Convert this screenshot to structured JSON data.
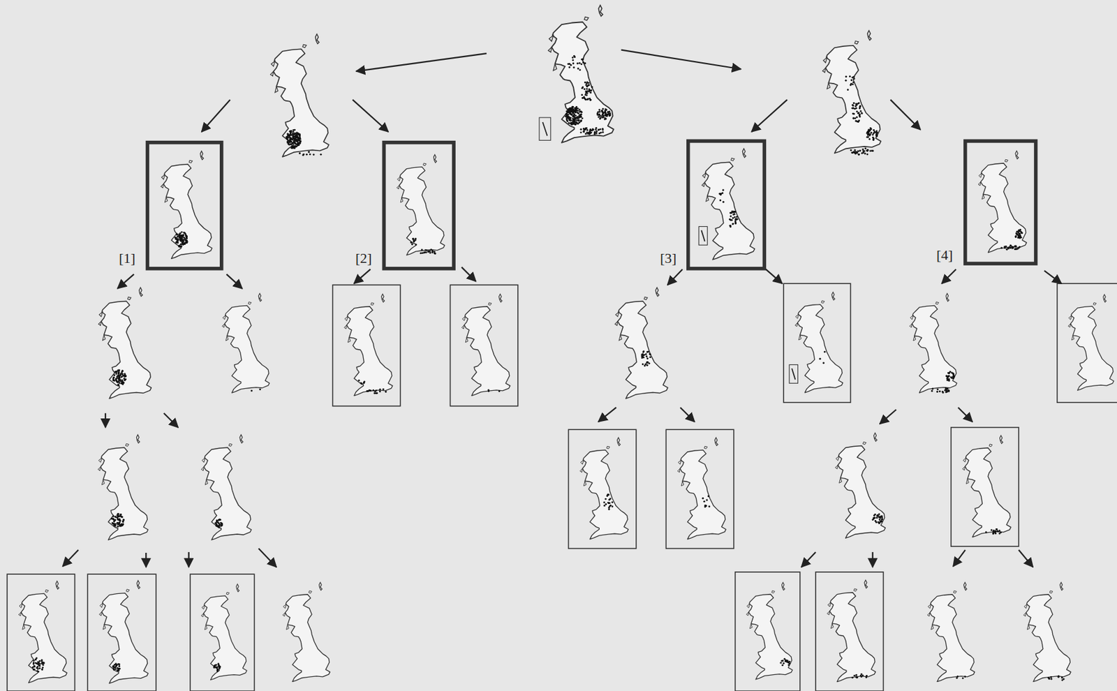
{
  "diagram": {
    "labels": [
      "[1]",
      "[2]",
      "[3]",
      "[4]"
    ]
  }
}
